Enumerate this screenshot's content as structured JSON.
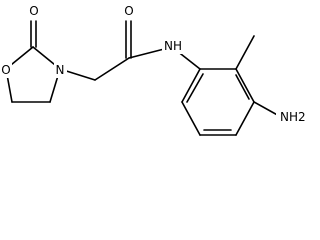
{
  "atoms": {
    "carbonyl_oxygen": "O",
    "ring_oxygen": "O",
    "ring_nitrogen": "N",
    "amide_nh": "NH",
    "amine_nh2": "NH2"
  }
}
